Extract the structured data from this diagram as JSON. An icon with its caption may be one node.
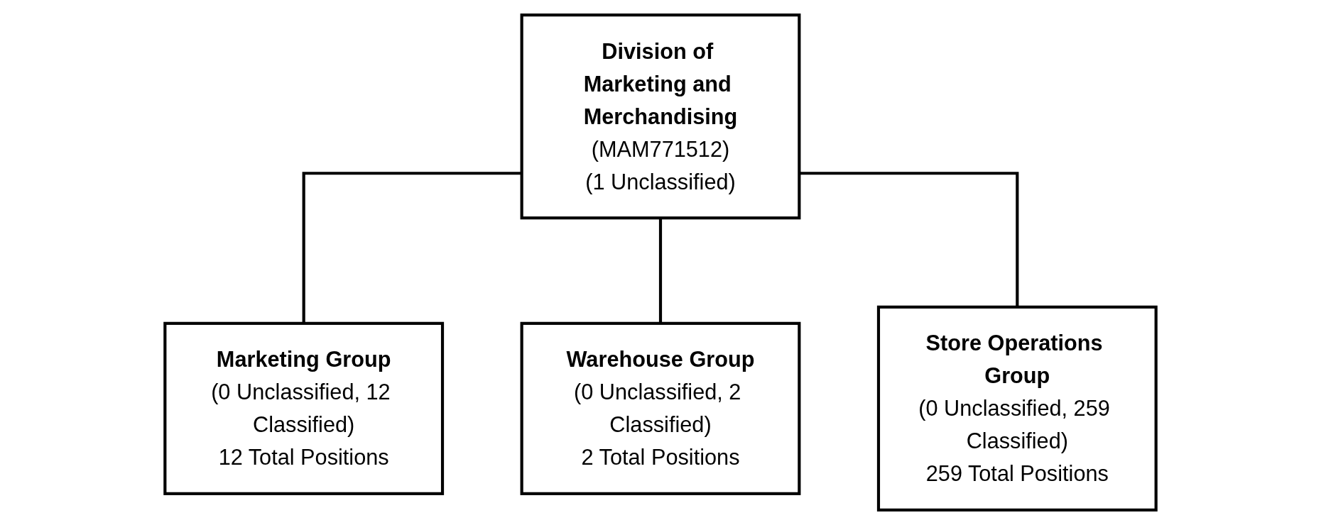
{
  "diagram": {
    "nodes": [
      {
        "text": [
          "Division of Marketing and Merchandising",
          "(MAM771512)",
          "(1 Unclassified)"
        ]
      },
      {
        "text": [
          "Marketing Group",
          "(0 Unclassified, 12 Classified)",
          "12 Total Positions"
        ]
      },
      {
        "text": [
          "Warehouse Group",
          "(0 Unclassified, 2 Classified)",
          "2 Total Positions"
        ]
      },
      {
        "text": [
          "Store Operations Group",
          "(0 Unclassified, 259 Classified)",
          "259 Total Positions"
        ]
      }
    ],
    "edges": [
      {
        "from": 0,
        "to": 1,
        "arrow": "none"
      },
      {
        "from": 0,
        "to": 2,
        "arrow": "none"
      },
      {
        "from": 0,
        "to": 3,
        "arrow": "none"
      }
    ]
  }
}
